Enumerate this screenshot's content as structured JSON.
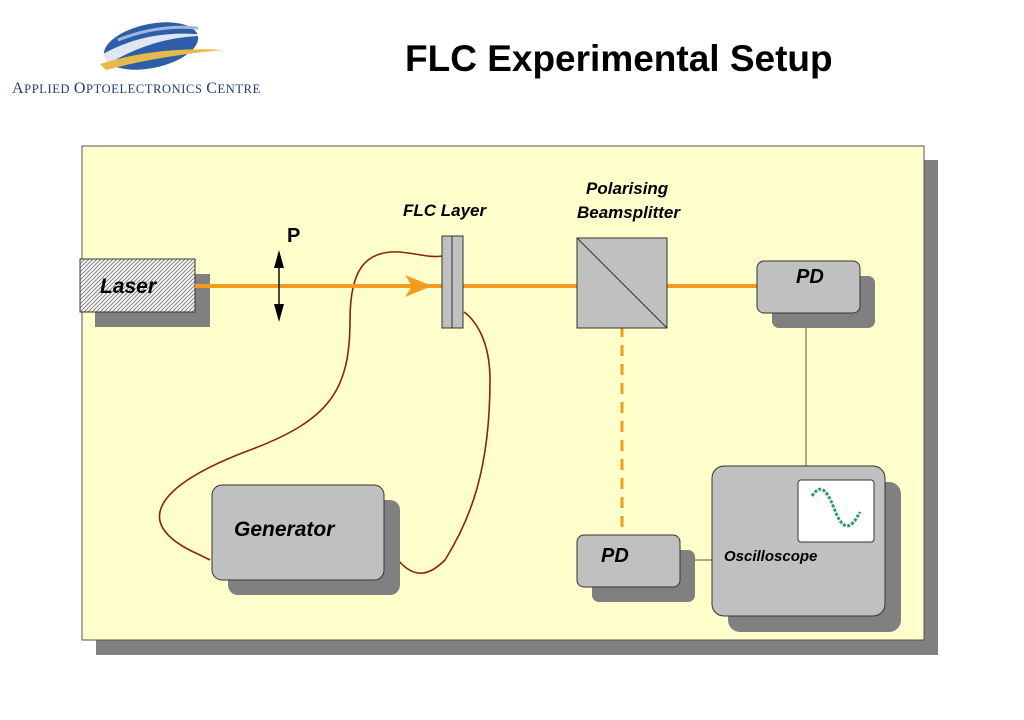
{
  "logo": {
    "name": "Applied Optoelectronics Centre",
    "colors": {
      "swoosh_blue": "#2f5ea8",
      "swoosh_dark": "#1d3b78",
      "swoosh_gold": "#e8b84a"
    }
  },
  "title": "FLC Experimental Setup",
  "labels": {
    "laser": "Laser",
    "polarizer": "P",
    "flc_layer": "FLC Layer",
    "beamsplitter_line1": "Polarising",
    "beamsplitter_line2": "Beamsplitter",
    "pd_top": "PD",
    "pd_bottom": "PD",
    "generator": "Generator",
    "oscilloscope": "Oscilloscope"
  },
  "colors": {
    "panel_fill": "#ffffcc",
    "shadow": "#808080",
    "box_fill": "#c0c0c0",
    "beam": "#f39c1e",
    "wire": "#8b2500",
    "signal": "#2e9a6a"
  }
}
